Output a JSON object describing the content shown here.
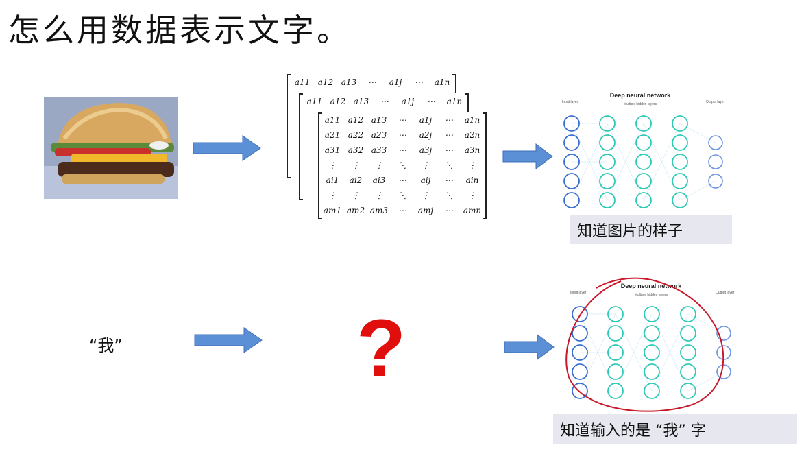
{
  "slide": {
    "title": "怎么用数据表示文字。",
    "top_row": {
      "input": "burger-photo",
      "matrix_headers": [
        "a11",
        "a12",
        "a13",
        "⋯",
        "a1j",
        "⋯",
        "a1n"
      ],
      "matrix_rows": [
        [
          "a11",
          "a12",
          "a13",
          "⋯",
          "a1j",
          "⋯",
          "a1n"
        ],
        [
          "a21",
          "a22",
          "a23",
          "⋯",
          "a2j",
          "⋯",
          "a2n"
        ],
        [
          "a31",
          "a32",
          "a33",
          "⋯",
          "a3j",
          "⋯",
          "a3n"
        ],
        [
          "⋮",
          "⋮",
          "⋮",
          "⋱",
          "⋮",
          "⋱",
          "⋮"
        ],
        [
          "ai1",
          "ai2",
          "ai3",
          "⋯",
          "aij",
          "⋯",
          "ain"
        ],
        [
          "⋮",
          "⋮",
          "⋮",
          "⋱",
          "⋮",
          "⋱",
          "⋮"
        ],
        [
          "am1",
          "am2",
          "am3",
          "⋯",
          "amj",
          "⋯",
          "amn"
        ]
      ],
      "nn_title": "Deep neural network",
      "nn_hidden": "Multiple hidden layers",
      "nn_input": "Input layer",
      "nn_output": "Output layer",
      "caption": "知道图片的样子"
    },
    "bottom_row": {
      "input_text": "“我”",
      "unknown": "?",
      "nn_title": "Deep neural network",
      "nn_hidden": "Multiple hidden layers",
      "nn_input": "Input layer",
      "nn_output": "Output layer",
      "caption": "知道输入的是 “我” 字"
    },
    "colors": {
      "arrow": "#5b8fd6",
      "input_node": "#3a6fd0",
      "hidden_node": "#2ec9b6",
      "output_node": "#6d93e2",
      "question": "#e10e0e",
      "annotation": "#c8192b",
      "caption_bg": "#e6e7ef"
    }
  }
}
